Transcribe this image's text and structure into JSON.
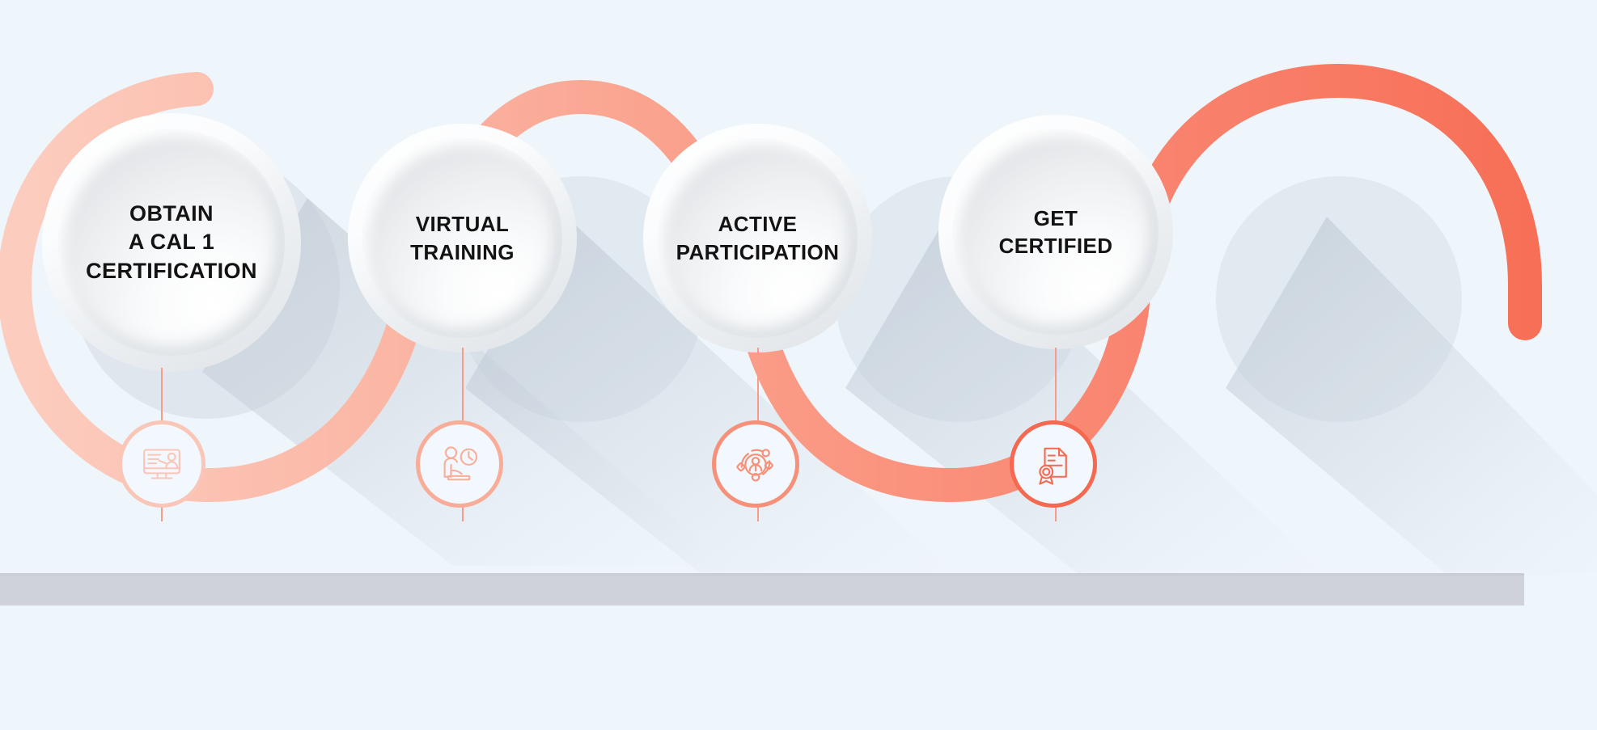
{
  "graphic": {
    "kind": "process-roadmap-infographic",
    "step_count": 4,
    "background_color": "#eef5fb",
    "track_color": "#cfd2d8",
    "accent_colors": {
      "ribbon_start": "#fbc4b5",
      "ribbon_mid": "#fa9f8b",
      "ribbon_end": "#f8705a",
      "badge_1": "#f9c6b7",
      "badge_2": "#f9ad99",
      "badge_3": "#f79079",
      "badge_4": "#f4694f",
      "label_text": "#131313"
    }
  },
  "steps": [
    {
      "index": "1",
      "label": "OBTAIN\nA  CAL 1\nCERTIFICATION",
      "icon": "monitor-presentation-icon",
      "icon_meaning": "online course screen with instructor"
    },
    {
      "index": "2",
      "label": "VIRTUAL\nTRAINING",
      "icon": "desk-person-clock-icon",
      "icon_meaning": "person at desk with wall clock"
    },
    {
      "index": "3",
      "label": "ACTIVE\nPARTICIPATION",
      "icon": "person-network-orbit-icon",
      "icon_meaning": "person surrounded by connected nodes"
    },
    {
      "index": "4",
      "label": "GET\nCERTIFIED",
      "icon": "certificate-award-icon",
      "icon_meaning": "document with award rosette ribbon"
    }
  ]
}
